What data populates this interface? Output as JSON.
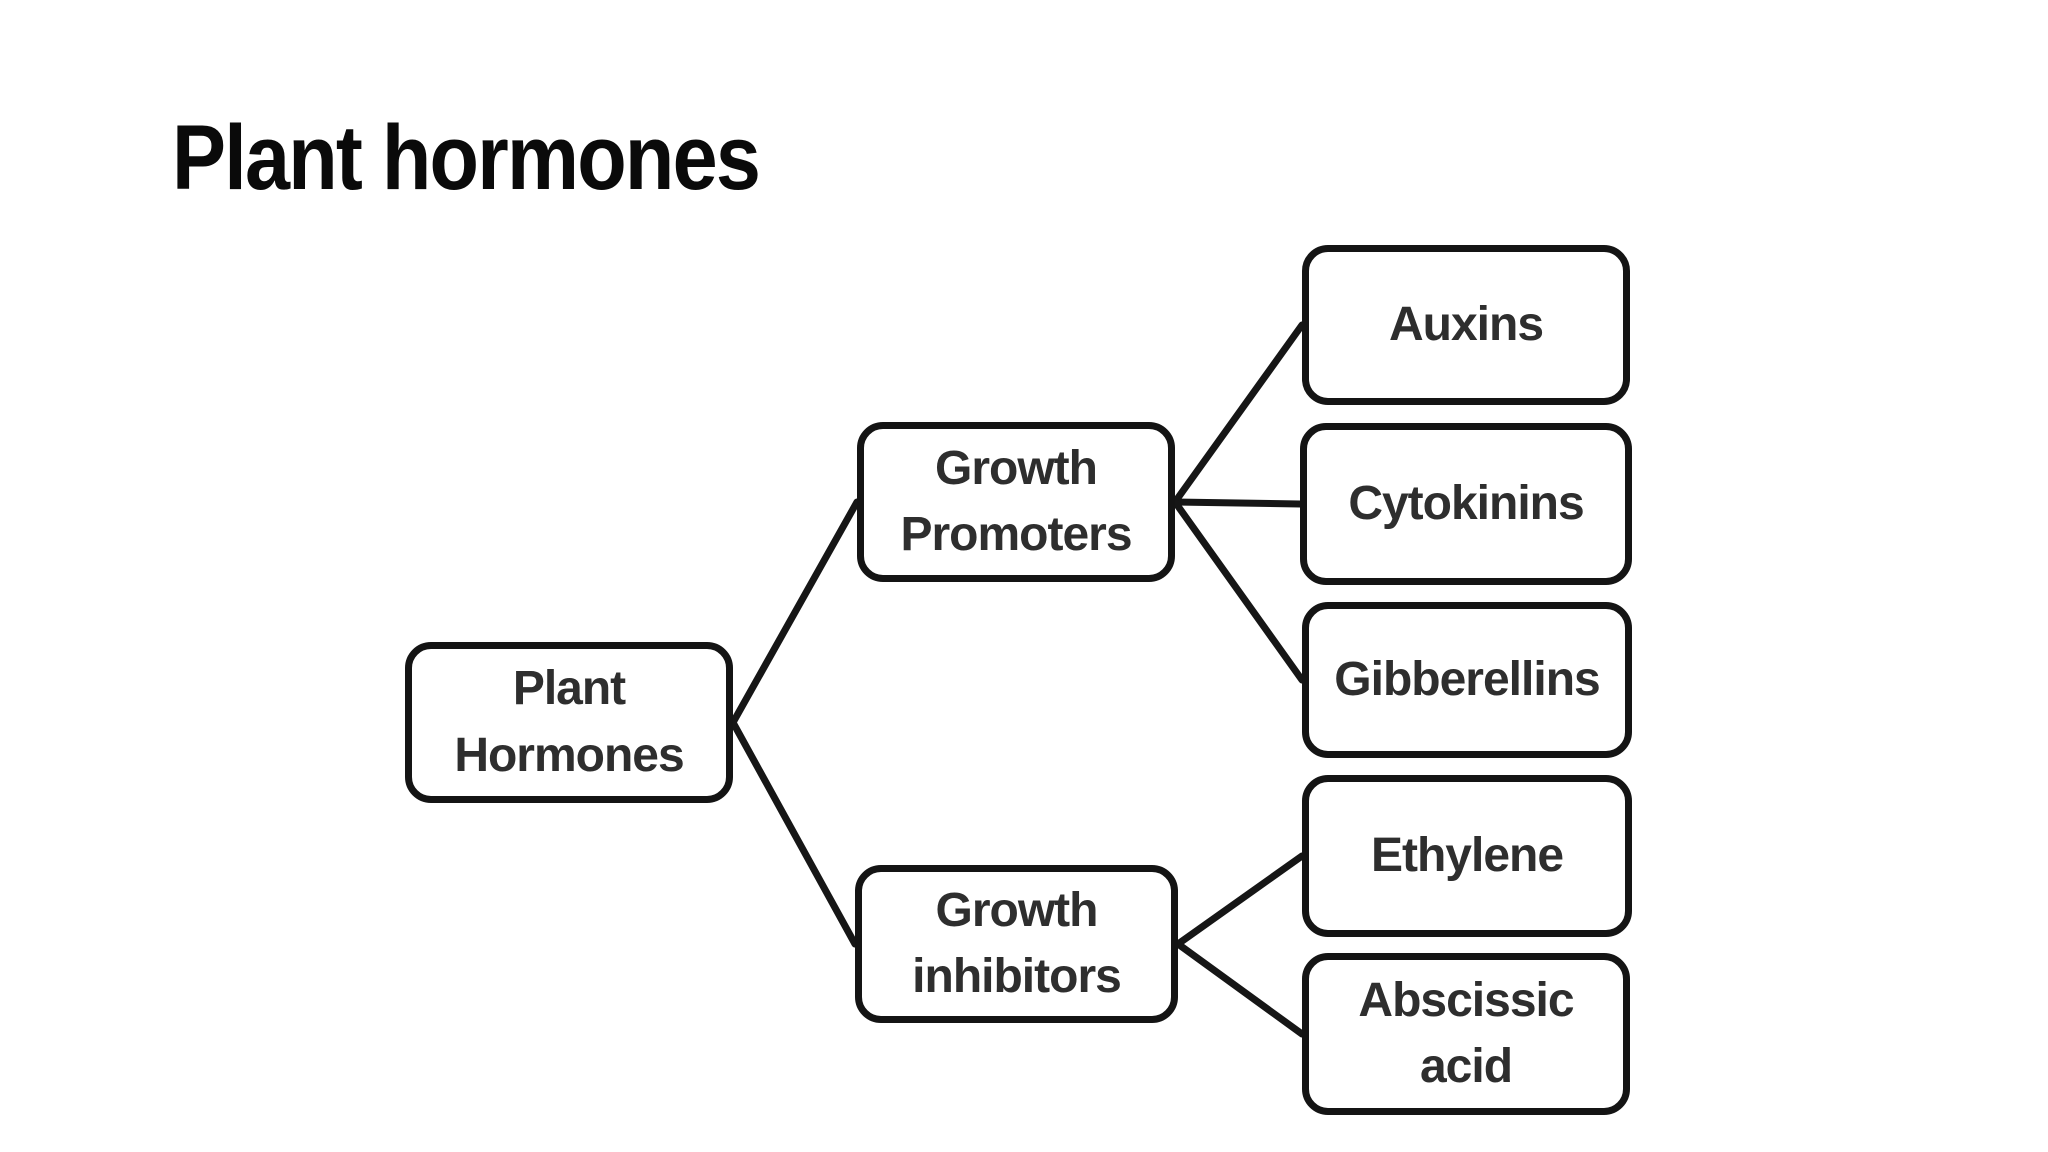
{
  "title": "Plant hormones",
  "diagram": {
    "nodes": {
      "plant_hormones": {
        "label": "Plant\nHormones"
      },
      "growth_promoters": {
        "label": "Growth\nPromoters"
      },
      "growth_inhibitors": {
        "label": "Growth\ninhibitors"
      },
      "auxins": {
        "label": "Auxins"
      },
      "cytokinins": {
        "label": "Cytokinins"
      },
      "gibberellins": {
        "label": "Gibberellins"
      },
      "ethylene": {
        "label": "Ethylene"
      },
      "abscissic_acid": {
        "label": "Abscissic\nacid"
      }
    },
    "edges": [
      {
        "from": "plant_hormones",
        "to": "growth_promoters"
      },
      {
        "from": "plant_hormones",
        "to": "growth_inhibitors"
      },
      {
        "from": "growth_promoters",
        "to": "auxins"
      },
      {
        "from": "growth_promoters",
        "to": "cytokinins"
      },
      {
        "from": "growth_promoters",
        "to": "gibberellins"
      },
      {
        "from": "growth_inhibitors",
        "to": "ethylene"
      },
      {
        "from": "growth_inhibitors",
        "to": "abscissic_acid"
      }
    ],
    "colors": {
      "line": "#161616",
      "box_border": "#141414",
      "box_fill": "#ffffff",
      "box_text": "#2e2e2e",
      "title_text": "#0a0a0a",
      "background": "#ffffff"
    }
  }
}
